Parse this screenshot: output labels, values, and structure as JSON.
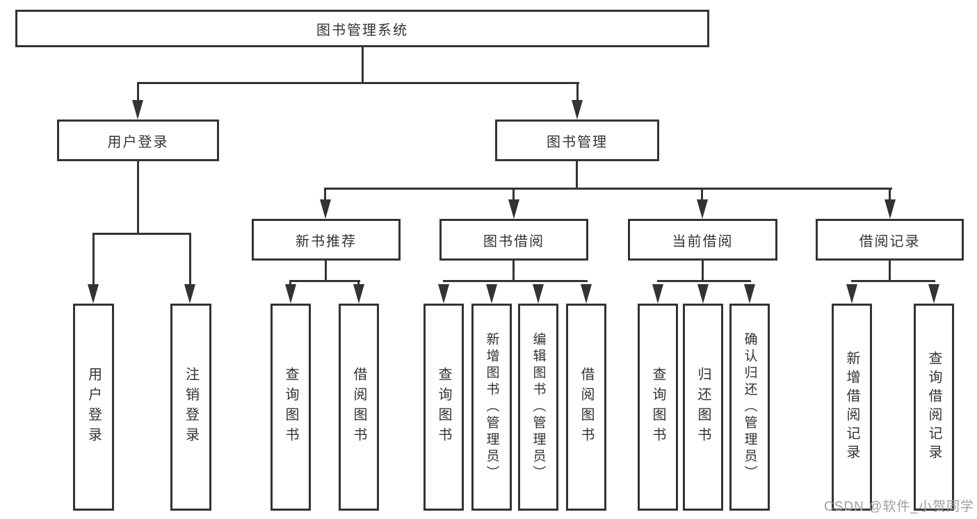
{
  "tree": {
    "root": {
      "label": "图书管理系统"
    },
    "branches": [
      {
        "label": "用户登录",
        "leaves": [
          {
            "label": "用户登录"
          },
          {
            "label": "注销登录"
          }
        ]
      },
      {
        "label": "图书管理",
        "sections": [
          {
            "label": "新书推荐",
            "leaves": [
              {
                "label": "查询图书"
              },
              {
                "label": "借阅图书"
              }
            ]
          },
          {
            "label": "图书借阅",
            "leaves": [
              {
                "label": "查询图书"
              },
              {
                "label": "新增图书（管理员）"
              },
              {
                "label": "编辑图书（管理员）"
              },
              {
                "label": "借阅图书"
              }
            ]
          },
          {
            "label": "当前借阅",
            "leaves": [
              {
                "label": "查询图书"
              },
              {
                "label": "归还图书"
              },
              {
                "label": "确认归还（管理员）"
              }
            ]
          },
          {
            "label": "借阅记录",
            "leaves": [
              {
                "label": "新增借阅记录"
              },
              {
                "label": "查询借阅记录"
              }
            ]
          }
        ]
      }
    ]
  },
  "watermark": {
    "text": "CSDN @软件_小贺同学"
  },
  "colors": {
    "line": "#333333",
    "text": "#333333",
    "watermark": "#9e9e9e",
    "background": "#ffffff"
  }
}
